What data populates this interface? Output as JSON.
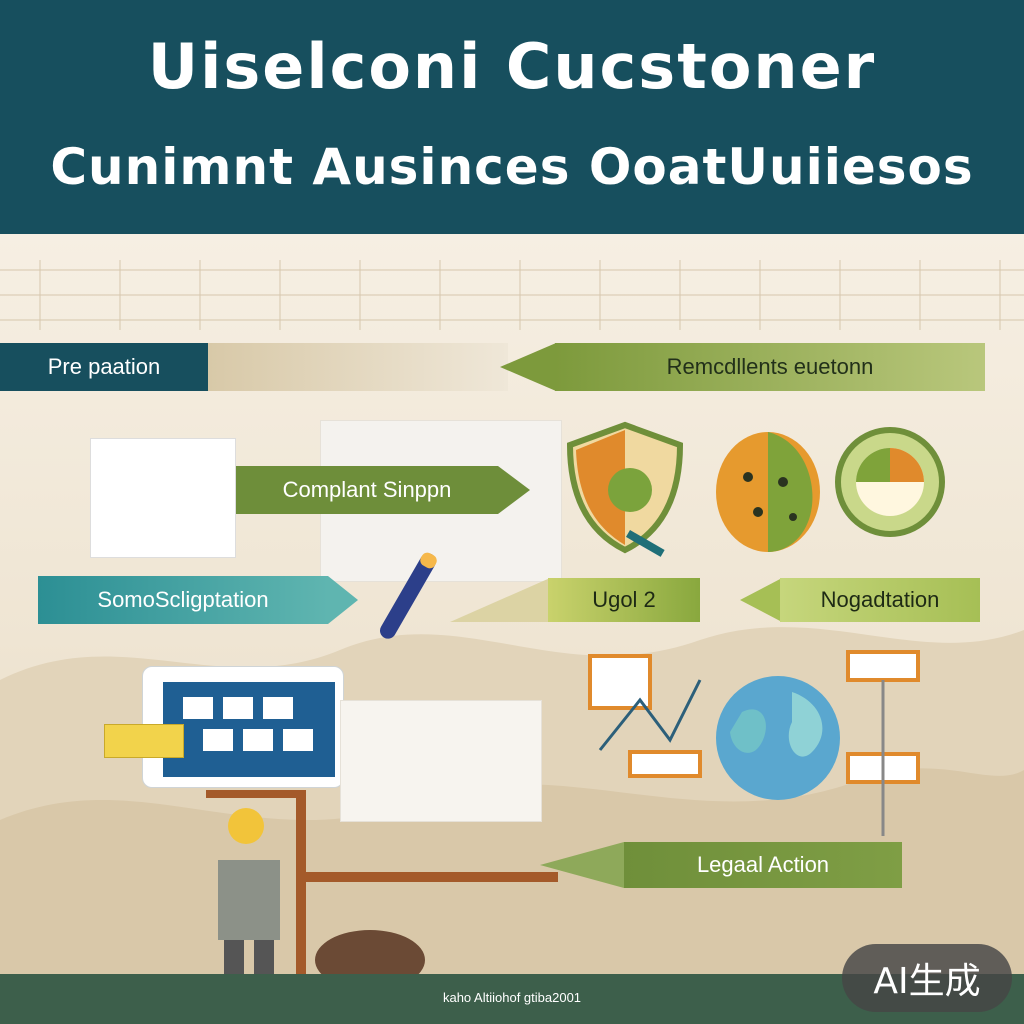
{
  "header": {
    "title_line1": "Uiselconi Cucstoner",
    "title_line2": "Cunimnt Ausinces OoatUuiiesos"
  },
  "banners": {
    "preparation": "Pre paation",
    "remediation": "Remcdllents euetonn",
    "complaint": "Complant  Sinppn",
    "somosclig": "SomoScligptation",
    "ugol": "Ugol 2",
    "negotiation": "Nogadtation",
    "legal": "Legaal Action"
  },
  "footer": {
    "text": "kaho Altiiohof gtiba2001"
  },
  "badge": {
    "label": "AI生成"
  },
  "colors": {
    "header_bg": "#174f5e",
    "green": "#6f8f3a",
    "teal": "#1f6f78",
    "orange": "#e08a2c"
  }
}
